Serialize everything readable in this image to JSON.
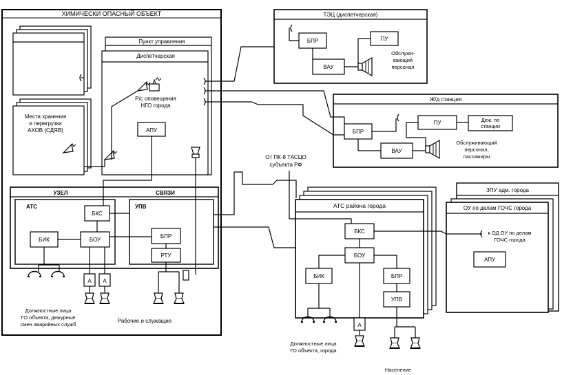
{
  "labels": {
    "chem_object": "ХИМИЧЕСКИ ОПАСНЫЙ ОБЪЕКТ",
    "control_point": "Пункт управления",
    "dispatch": "Диспетчерская",
    "sirens_l1": "Р/с оповещения",
    "sirens_l2": "НГО города",
    "storage_l1": "Места хранения",
    "storage_l2": "и перегрузки",
    "storage_l3": "АХОВ (СДЯВ)",
    "apu": "АПУ",
    "node": "УЗЕЛ",
    "comm": "СВЯЗИ",
    "ats": "АТС",
    "upv": "УПВ",
    "bks": "БКС",
    "bik": "БИК",
    "bou": "БОУ",
    "bpr": "БПР",
    "rtu": "РТУ",
    "a": "А",
    "officials_l1": "Должностные лица",
    "officials_l2": "ГО объекта, дежурные",
    "officials_l3": "смен аварийных служб",
    "workers": "Рабочие и служащие",
    "tec": "ТЭЦ (диспетчерская)",
    "pu": "ПУ",
    "vau": "ВАУ",
    "staff_l1": "Обслужи-",
    "staff_l2": "вающий",
    "staff_l3": "персонал",
    "rail": "Ж/д станция",
    "duty_l1": "Деж. по",
    "duty_l2": "станции",
    "rail_staff_l1": "Обслуживающий",
    "rail_staff_l2": "персонал,",
    "rail_staff_l3": "пассажиры",
    "pk8_l1": "От ПК-8 ТАСЦО",
    "pk8_l2": "субъекта РФ",
    "ats_district": "АТС района города",
    "zpu": "ЗПУ адм. города",
    "ou": "ОУ  по делам ГОЧС города",
    "od_l1": "к ОД ОУ по делам",
    "od_l2": "ГОЧС города",
    "city_officials_l1": "Должностные лица",
    "city_officials_l2": "ГО объекта, города",
    "population": "Население"
  }
}
